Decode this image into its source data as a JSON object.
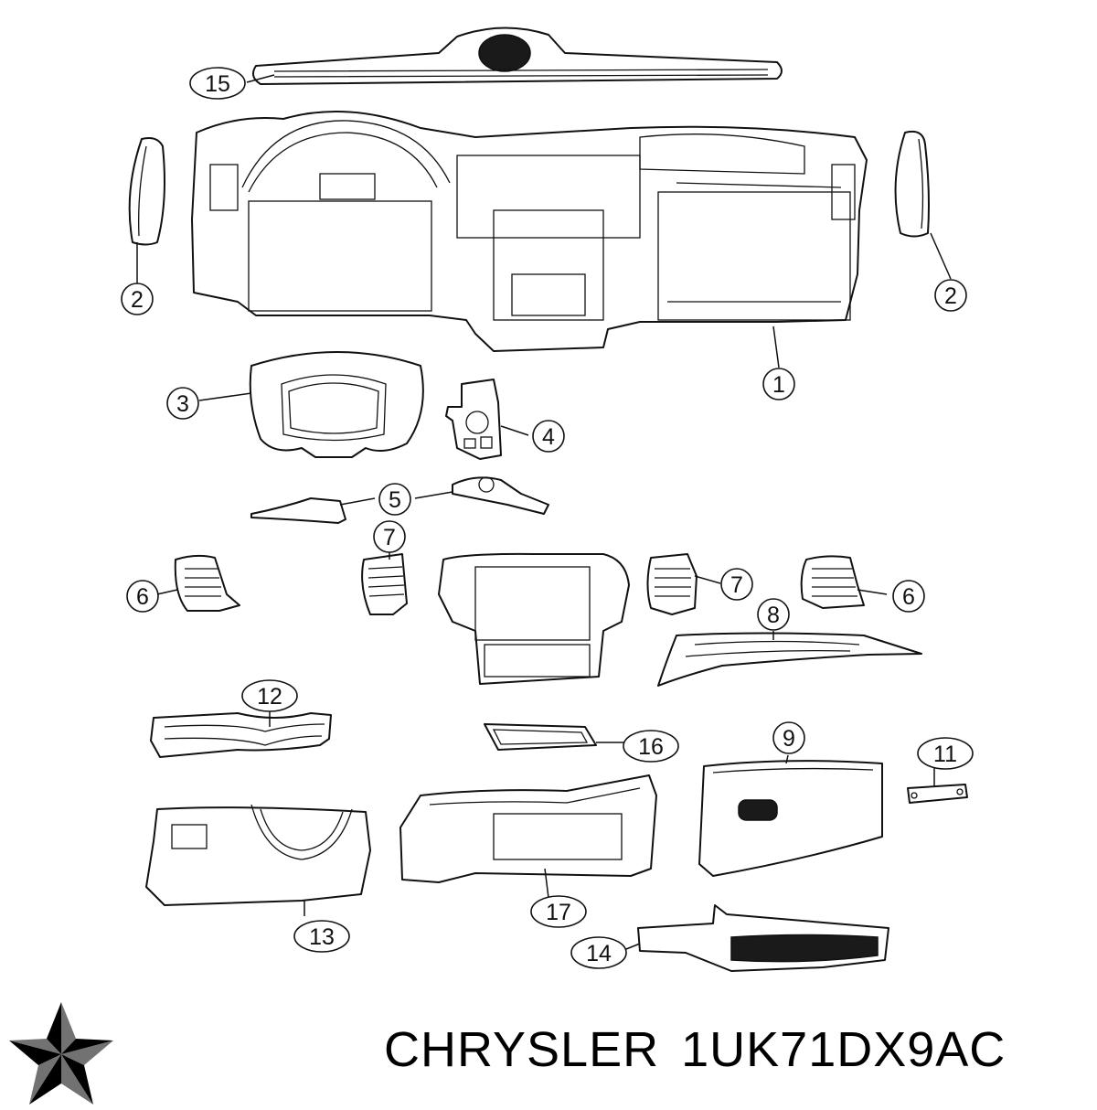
{
  "diagram": {
    "callouts": {
      "c1": "1",
      "c2a": "2",
      "c2b": "2",
      "c3": "3",
      "c4": "4",
      "c5": "5",
      "c6a": "6",
      "c6b": "6",
      "c7a": "7",
      "c7b": "7",
      "c8": "8",
      "c9": "9",
      "c11": "11",
      "c12": "12",
      "c13": "13",
      "c14": "14",
      "c15": "15",
      "c16": "16",
      "c17": "17"
    }
  },
  "brand": {
    "name": "CHRYSLER",
    "part_number": "1UK71DX9AC",
    "logo_icon": "pentastar-icon",
    "text_color": "#000000"
  }
}
